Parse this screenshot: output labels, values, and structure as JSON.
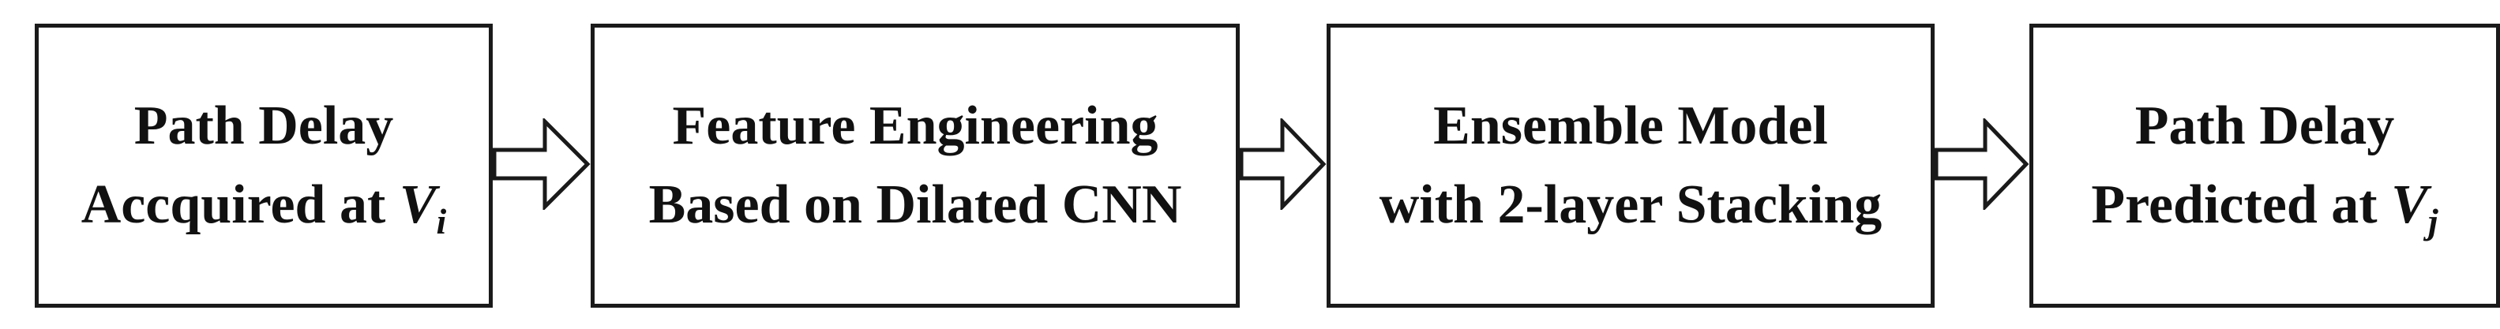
{
  "steps": [
    {
      "line1": "Path Delay",
      "line2_text": "Accquired at ",
      "line2_var": "V",
      "line2_sub": "i"
    },
    {
      "line1": "Feature Engineering",
      "line2": "Based on Dilated CNN"
    },
    {
      "line1": "Ensemble Model",
      "line2": "with 2-layer Stacking"
    },
    {
      "line1": "Path Delay",
      "line2_text": "Predicted at ",
      "line2_var": "V",
      "line2_sub": "j"
    }
  ],
  "colors": {
    "stroke": "#1a1a1a",
    "text": "#111111",
    "background": "#ffffff"
  },
  "icons": [
    "hollow-right-arrow",
    "hollow-right-arrow",
    "hollow-right-arrow"
  ]
}
